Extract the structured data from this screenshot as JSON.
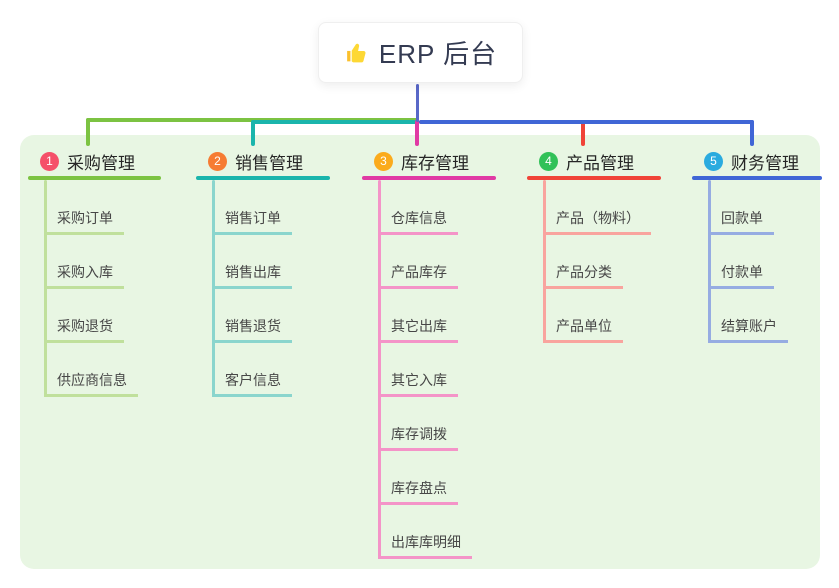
{
  "root": {
    "label": "ERP 后台",
    "icon": "thumbs-up-icon"
  },
  "panel_bg": "#e8f6e3",
  "root_stem_color": "#5968c8",
  "branches": [
    {
      "number": "1",
      "label": "采购管理",
      "badge_color": "#f55069",
      "line_color": "#7cc342",
      "light_color": "#c0e09c",
      "children": [
        "采购订单",
        "采购入库",
        "采购退货",
        "供应商信息"
      ]
    },
    {
      "number": "2",
      "label": "销售管理",
      "badge_color": "#f67c33",
      "line_color": "#1ab5ac",
      "light_color": "#8ad5cd",
      "children": [
        "销售订单",
        "销售出库",
        "销售退货",
        "客户信息"
      ]
    },
    {
      "number": "3",
      "label": "库存管理",
      "badge_color": "#fbab1c",
      "line_color": "#e03aa4",
      "light_color": "#f494c8",
      "children": [
        "仓库信息",
        "产品库存",
        "其它出库",
        "其它入库",
        "库存调拨",
        "库存盘点",
        "出库库明细"
      ]
    },
    {
      "number": "4",
      "label": "产品管理",
      "badge_color": "#31c158",
      "line_color": "#f04438",
      "light_color": "#f9a49e",
      "children": [
        "产品（物料）",
        "产品分类",
        "产品单位"
      ]
    },
    {
      "number": "5",
      "label": "财务管理",
      "badge_color": "#2aabdf",
      "line_color": "#4066d6",
      "light_color": "#96ace2",
      "children": [
        "回款单",
        "付款单",
        "结算账户"
      ]
    }
  ]
}
